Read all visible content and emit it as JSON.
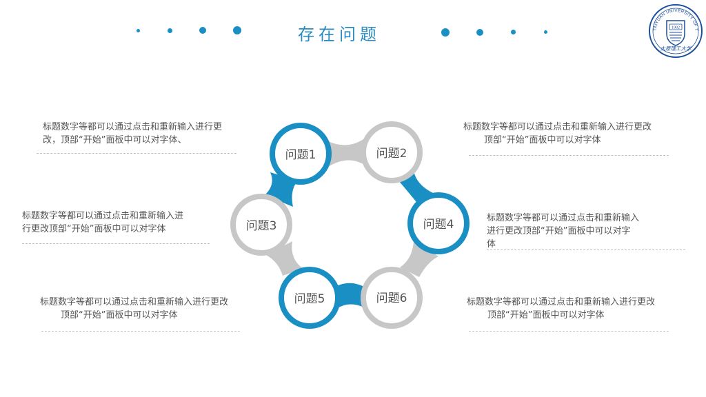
{
  "header": {
    "title": "存在问题"
  },
  "logo": {
    "arc_text": "TAIYUAN UNIVERSITY OF TECHNOLOGY",
    "year": "1902",
    "script_text": "太原理工大学",
    "color": "#1b4f9c"
  },
  "colors": {
    "blue": "#1a8fc4",
    "gray": "#c7c7c7",
    "text": "#555555"
  },
  "nodes": [
    {
      "label": "问题1",
      "ring": "blue"
    },
    {
      "label": "问题2",
      "ring": "gray"
    },
    {
      "label": "问题3",
      "ring": "gray"
    },
    {
      "label": "问题4",
      "ring": "blue"
    },
    {
      "label": "问题5",
      "ring": "blue"
    },
    {
      "label": "问题6",
      "ring": "gray"
    }
  ],
  "blocks": [
    {
      "lines": [
        "标题数字等都可以通过点击和重新输入进行更",
        "改，顶部“开始”面板中可以对字体、"
      ]
    },
    {
      "lines": [
        "标题数字等都可以通过点击和重新输入进行更改",
        "顶部“开始”面板中可以对字体"
      ]
    },
    {
      "lines": [
        "标题数字等都可以通过点击和重新输入进",
        "行更改顶部“开始”面板中可以对字体"
      ]
    },
    {
      "lines": [
        "标题数字等都可以通过点击和重新输入",
        "进行更改顶部“开始”面板中可以对字",
        "体"
      ]
    },
    {
      "lines": [
        "标题数字等都可以通过点击和重新输入进行更改",
        "顶部“开始”面板中可以对字体"
      ]
    },
    {
      "lines": [
        "标题数字等都可以通过点击和重新输入进行更改",
        "顶部“开始”面板中可以对字体"
      ]
    }
  ]
}
